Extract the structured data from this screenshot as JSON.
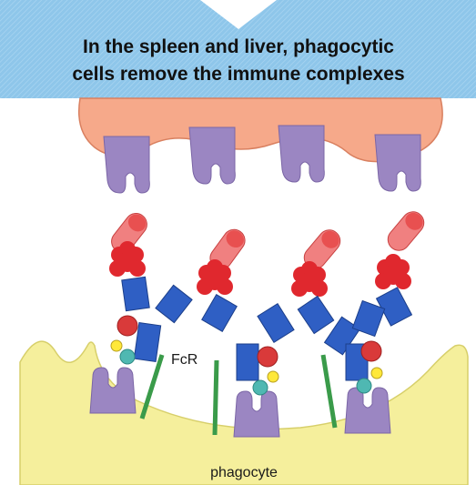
{
  "caption": {
    "line1": "In the spleen and liver, phagocytic",
    "line2": "cells remove the immune complexes"
  },
  "labels": {
    "receptor": "FcR",
    "cell": "phagocyte"
  },
  "colors": {
    "caption_band": "#8ec6ea",
    "upper_cell": "#f6a98a",
    "phagocyte": "#f5ef9c",
    "receptor": "#9b86c2",
    "antibody": "#2f5fc4",
    "antigen": "#e0282e",
    "complement": "#d93a3a",
    "fcr_line": "#3a9b4a",
    "yellow_ball": "#ffe83a",
    "teal_ball": "#4fb8b2"
  },
  "icons": {
    "complex": "antibody-antigen-complex-icon",
    "receptor": "fc-receptor-icon"
  }
}
